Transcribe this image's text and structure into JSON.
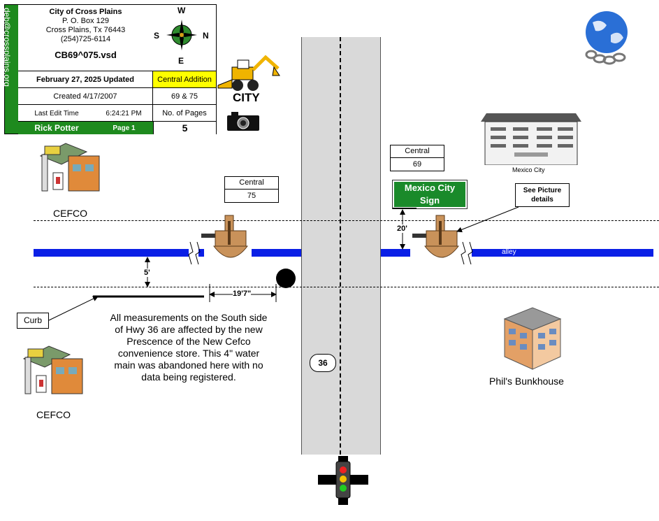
{
  "title_block": {
    "side_email": "deb@crossplains.org",
    "org_name": "City of Cross Plains",
    "po_box": "P. O. Box 129",
    "city_state": "Cross Plains, Tx 76443",
    "phone": "(254)725-6114",
    "file_name": "CB69^075.vsd",
    "updated": "February 27, 2025 Updated",
    "addition_label": "Central Addition",
    "created": "Created 4/17/2007",
    "pages_ref": "69 & 75",
    "last_edit_label": "Last Edit Time",
    "last_edit_time": "6:24:21 PM",
    "num_pages_label": "No. of Pages",
    "author": "Rick Potter",
    "page_label": "Page 1",
    "num_pages": "5"
  },
  "compass": {
    "n": "N",
    "s": "S",
    "e": "E",
    "w": "W"
  },
  "city_label": "CITY",
  "labels": {
    "central_left_name": "Central",
    "central_left_num": "75",
    "central_right_name": "Central",
    "central_right_num": "69",
    "mexico_city_caption": "Mexico City",
    "mexico_city_sign": "Mexico City Sign",
    "see_picture": "See Picture details",
    "cefco_top": "CEFCO",
    "cefco_bottom": "CEFCO",
    "alley": "alley",
    "dim_20": "20'",
    "dim_5": "5'",
    "dim_197": "19'7\"",
    "curb": "Curb",
    "highway": "36",
    "phils": "Phil's Bunkhouse",
    "note": "All measurements on the South side of Hwy 36 are affected by the new Prescence of the New Cefco convenience store. This 4\" water main was abandoned here with no data being registered."
  },
  "colors": {
    "green": "#1e8a1e",
    "yellow": "#ffff00",
    "water_main": "#0a1fe6",
    "sign_green": "#1a8a2a"
  }
}
